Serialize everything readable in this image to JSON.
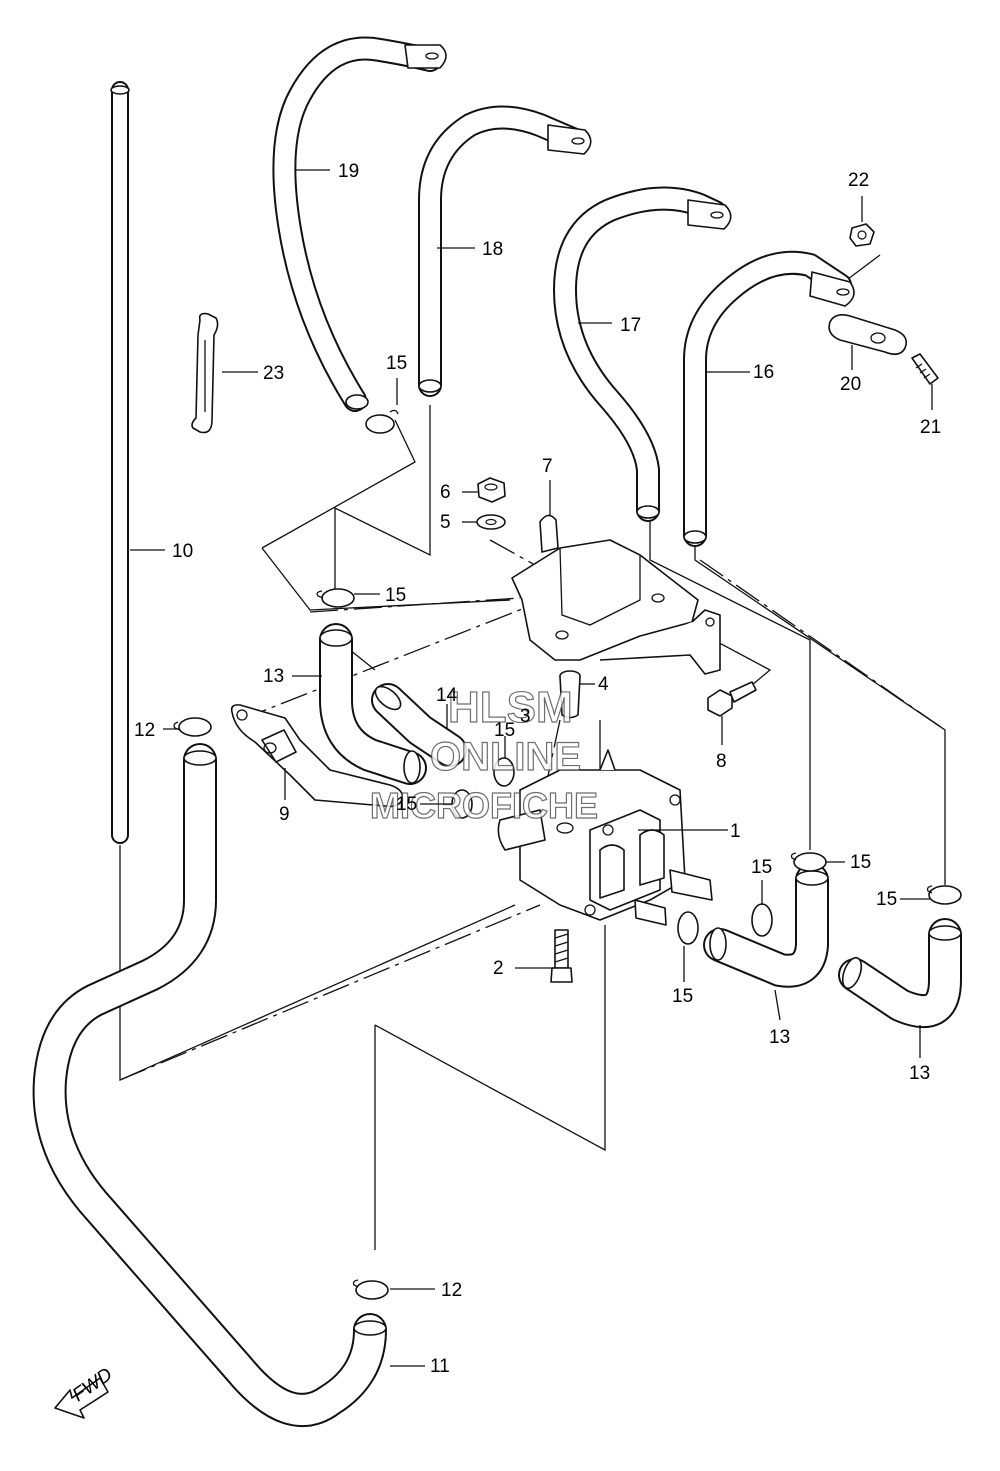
{
  "diagram": {
    "callouts": {
      "p1": "1",
      "p2": "2",
      "p3": "3",
      "p4": "4",
      "p5": "5",
      "p6": "6",
      "p7": "7",
      "p8": "8",
      "p9": "9",
      "p10": "10",
      "p11": "11",
      "p12a": "12",
      "p12b": "12",
      "p13a": "13",
      "p13b": "13",
      "p13c": "13",
      "p14": "14",
      "p15a": "15",
      "p15b": "15",
      "p15c": "15",
      "p15d": "15",
      "p15e": "15",
      "p15f": "15",
      "p15g": "15",
      "p15h": "15",
      "p16": "16",
      "p17": "17",
      "p18": "18",
      "p19": "19",
      "p20": "20",
      "p21": "21",
      "p22": "22",
      "p23": "23"
    },
    "watermark": {
      "line1": "HLSM",
      "line2": "ONLINE",
      "line3": "MICROFICHE"
    },
    "fwd_label": "FWD"
  }
}
